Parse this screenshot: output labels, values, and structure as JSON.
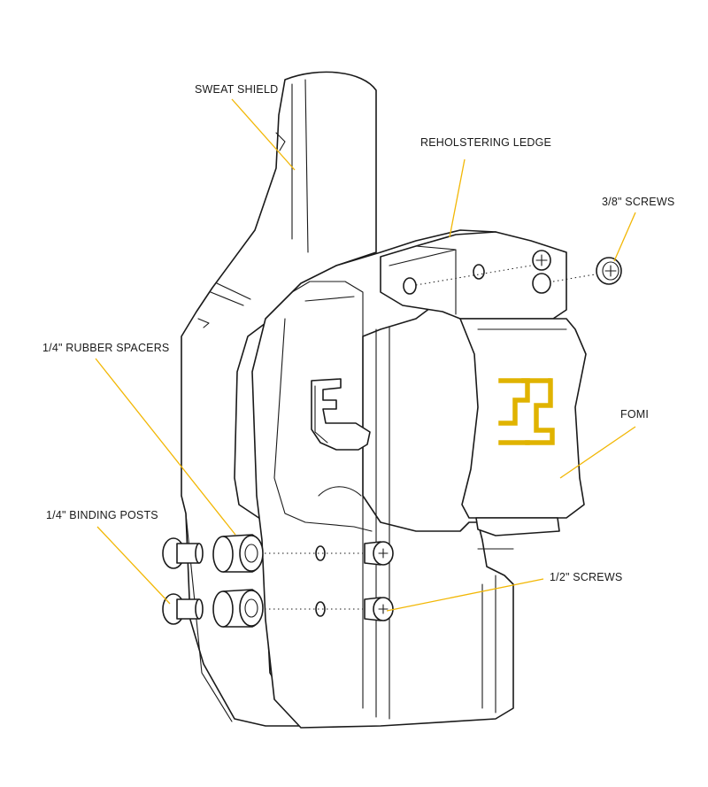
{
  "labels": {
    "sweat_shield": "SWEAT SHIELD",
    "reholstering_ledge": "REHOLSTERING LEDGE",
    "three_eighths_screws": "3/8\" SCREWS",
    "rubber_spacers": "1/4\" RUBBER SPACERS",
    "fomi": "FOMI",
    "binding_posts": "1/4\" BINDING POSTS",
    "half_inch_screws": "1/2\" SCREWS"
  },
  "colors": {
    "leader": "#f2b705",
    "logo": "#e0b300",
    "line": "#1a1a1a",
    "background": "#ffffff"
  },
  "icons": {
    "brand_logo": "brand-logo-icon"
  }
}
